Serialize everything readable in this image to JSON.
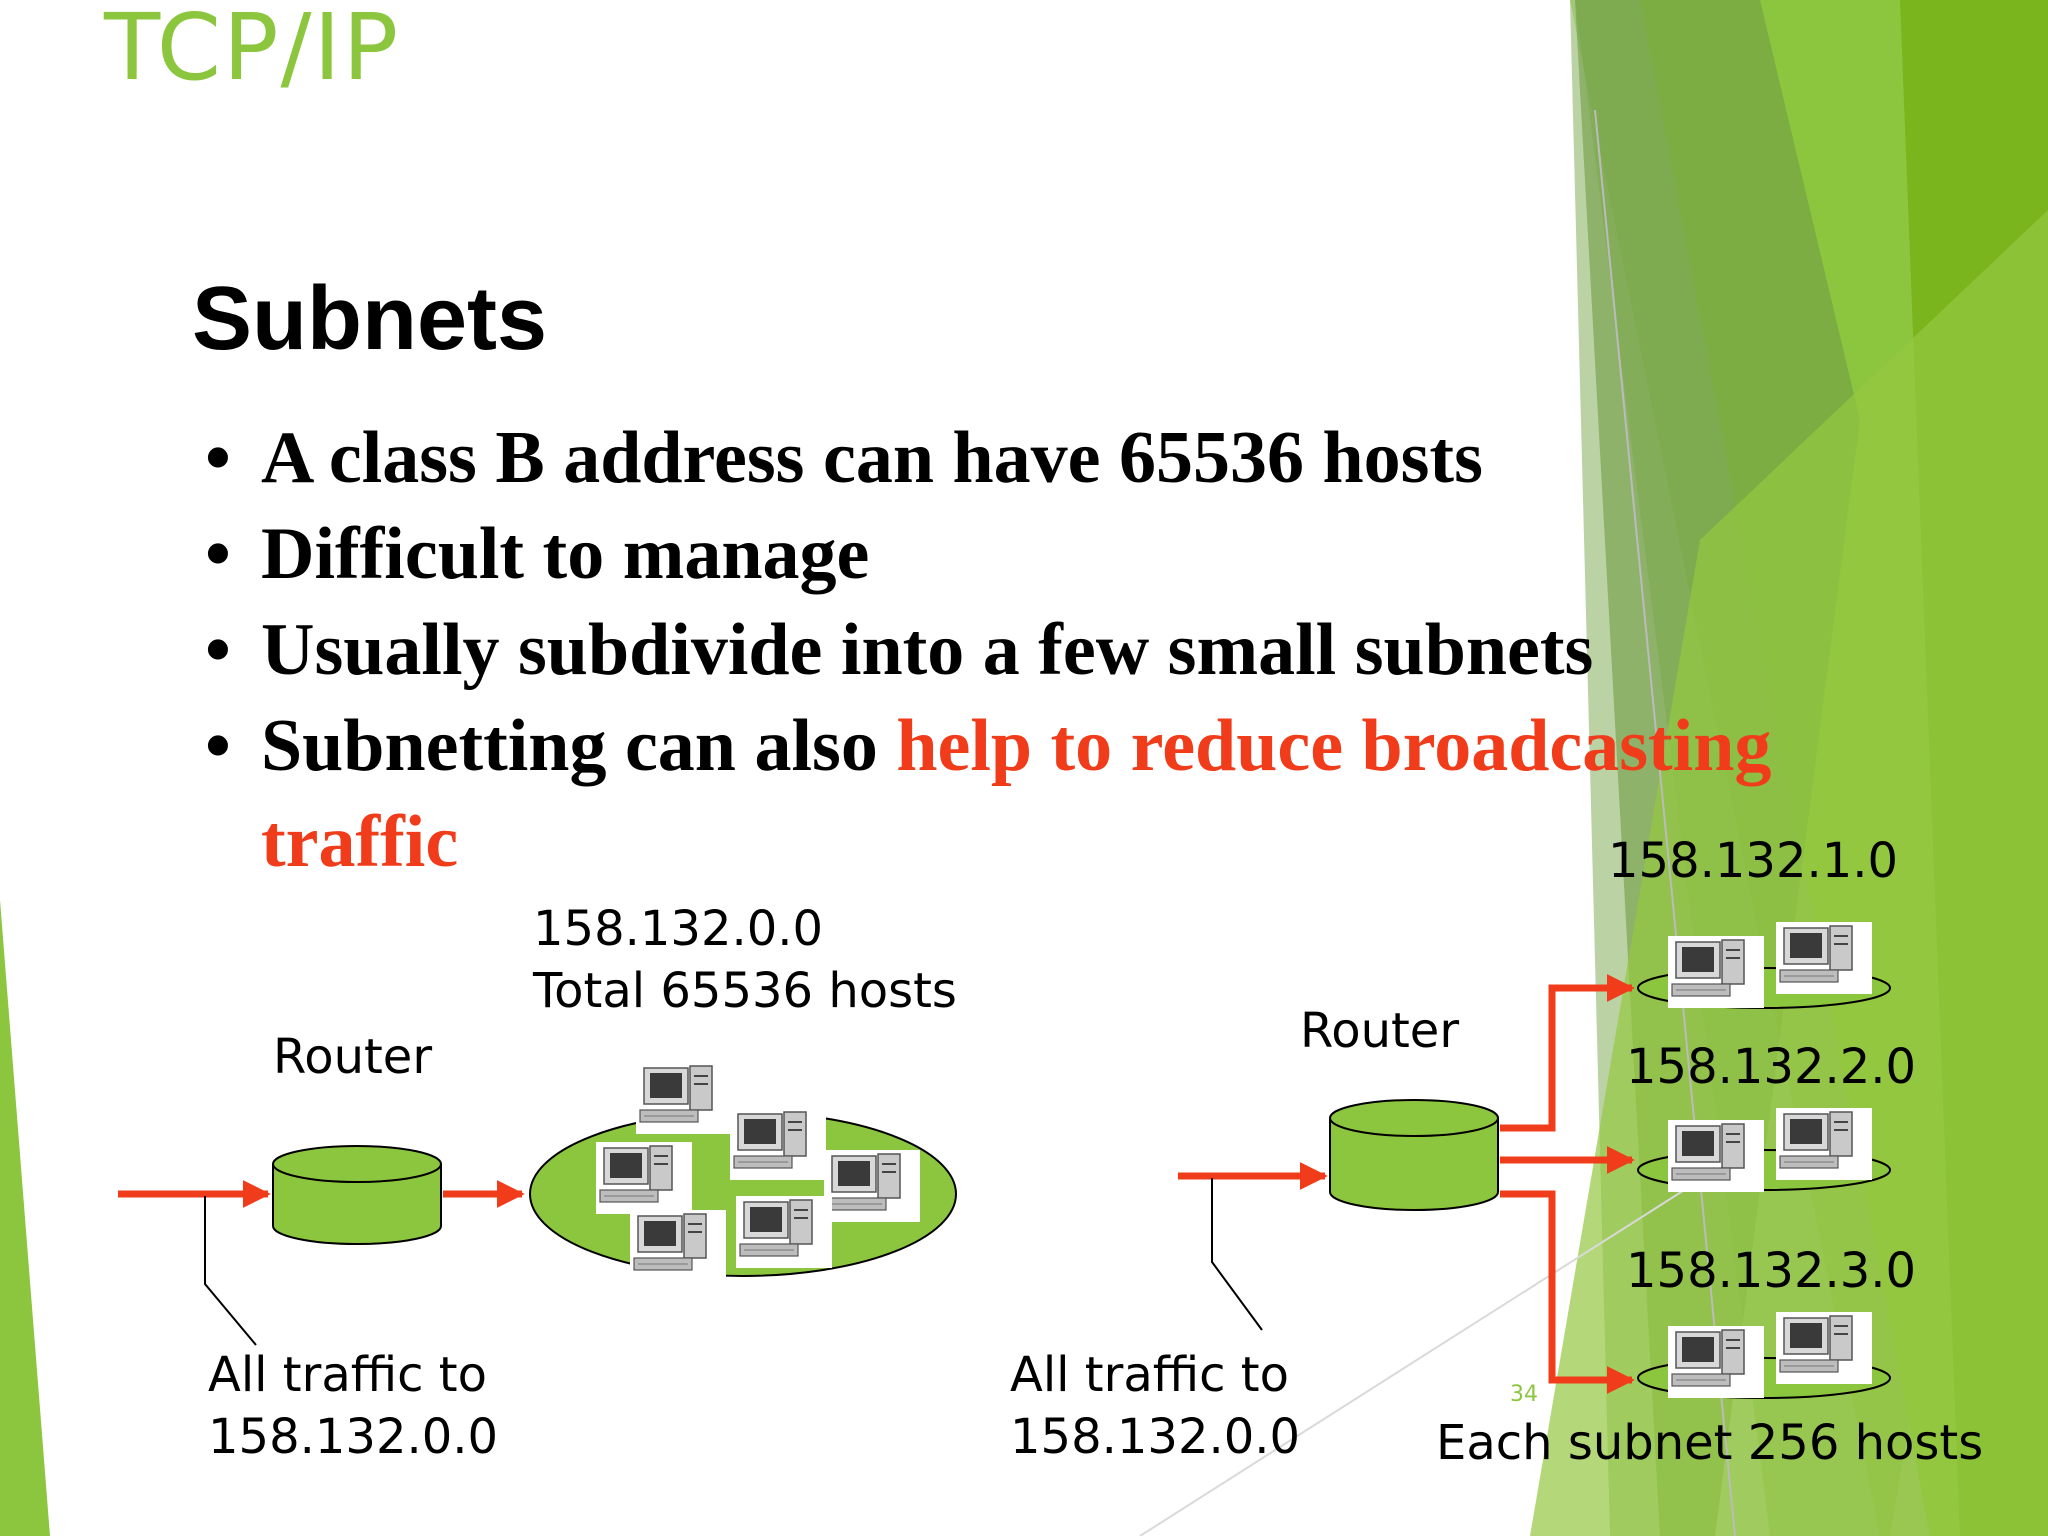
{
  "slide": {
    "title": "TCP/IP",
    "heading": "Subnets",
    "bullets": [
      {
        "text": "A class B address can have 65536 hosts"
      },
      {
        "text": "Difficult to manage"
      },
      {
        "text": "Usually subdivide into a few small subnets"
      },
      {
        "text": "Subnetting can also ",
        "highlight": "help to reduce broadcasting",
        "continuation": "traffic"
      }
    ],
    "page_number": "34",
    "colors": {
      "title": "#8cc63f",
      "highlight": "#f03c1a",
      "arrow": "#f03c1a",
      "router": "#8cc63f",
      "accent": "#7ab51d"
    }
  },
  "diagram_left": {
    "router_label": "Router",
    "network_label": "158.132.0.0",
    "hosts_label": "Total 65536 hosts",
    "traffic_label_line1": "All traffic to",
    "traffic_label_line2": "158.132.0.0",
    "computer_icon": "desktop-computer-icon"
  },
  "diagram_right": {
    "router_label": "Router",
    "subnets": [
      "158.132.1.0",
      "158.132.2.0",
      "158.132.3.0"
    ],
    "traffic_label_line1": "All traffic to",
    "traffic_label_line2": "158.132.0.0",
    "footer_label": "Each subnet 256 hosts",
    "computer_icon": "desktop-computer-icon"
  }
}
